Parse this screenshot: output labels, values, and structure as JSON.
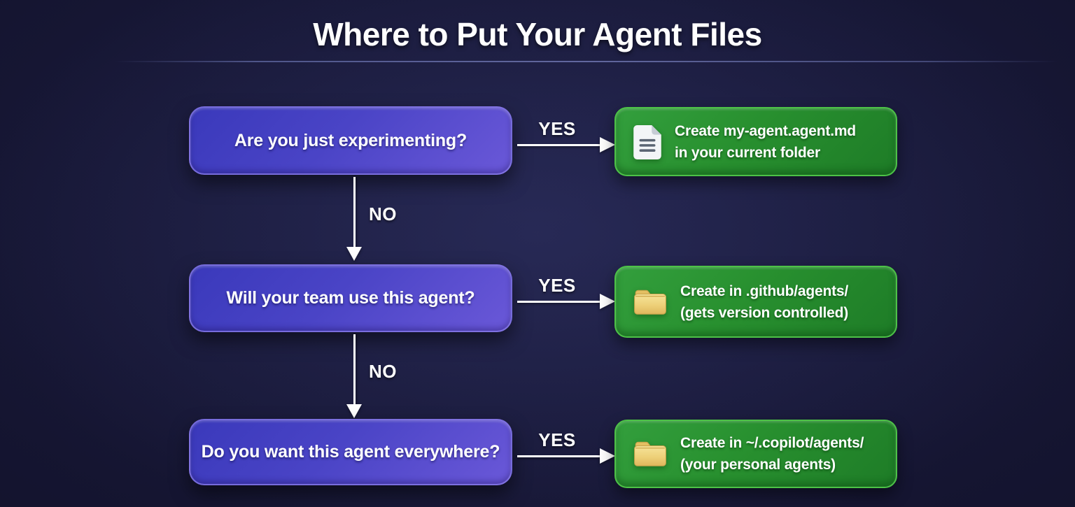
{
  "title": "Where to Put Your Agent Files",
  "flow": {
    "rows": [
      {
        "question": "Are you just experimenting?",
        "yes_label": "YES",
        "no_label": "NO",
        "result": {
          "icon": "document-icon",
          "line1": "Create my-agent.agent.md",
          "line2": "in your current folder"
        }
      },
      {
        "question": "Will your team use this agent?",
        "yes_label": "YES",
        "no_label": "NO",
        "result": {
          "icon": "folder-icon",
          "line1": "Create in .github/agents/",
          "line2": "(gets version controlled)"
        }
      },
      {
        "question": "Do you want this agent everywhere?",
        "yes_label": "YES",
        "result": {
          "icon": "folder-icon",
          "line1": "Create in ~/.copilot/agents/",
          "line2": "(your personal agents)"
        }
      }
    ]
  },
  "colors": {
    "background": "#10102c",
    "question_box_gradient_start": "#3a39bb",
    "question_box_gradient_end": "#6a58d8",
    "question_box_border": "#8a7ce6",
    "result_box_gradient_start": "#339f3d",
    "result_box_gradient_end": "#1e7c27",
    "result_box_border": "#4dc247",
    "arrow": "#ffffff",
    "text": "#ffffff",
    "folder_icon": "#eccf79",
    "document_icon": "#f3f5f7"
  }
}
